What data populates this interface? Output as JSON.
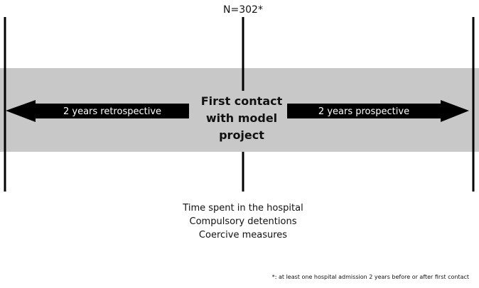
{
  "header": {
    "n_label": "N=302*"
  },
  "timeline": {
    "center_label_line1": "First contact",
    "center_label_line2": "with model",
    "center_label_line3": "project",
    "left_arrow_label": "2 years retrospective",
    "right_arrow_label": "2 years prospective"
  },
  "outcomes": [
    "Time spent in the hospital",
    "Compulsory detentions",
    "Coercive measures"
  ],
  "footnote": "*: at least one hospital admission 2 years before or after first contact",
  "colors": {
    "band": "#c8c8c8",
    "arrow": "#000000",
    "arrow_text": "#ffffff",
    "lines": "#000000"
  }
}
